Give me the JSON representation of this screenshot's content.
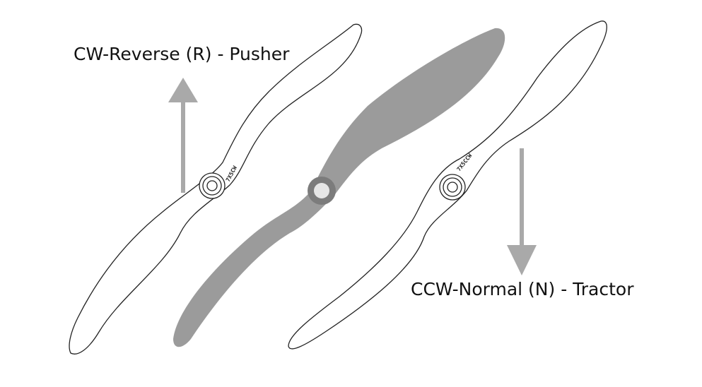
{
  "labels": {
    "pusher": "CW-Reverse (R) - Pusher",
    "tractor": "CCW-Normal (N) - Tractor"
  },
  "hub_markings": {
    "left": "7X5CW",
    "right": "7X5CCW"
  },
  "colors": {
    "arrow": "#a9a9a9",
    "prop_fill": "#8f8f8f",
    "outline": "#222222"
  }
}
